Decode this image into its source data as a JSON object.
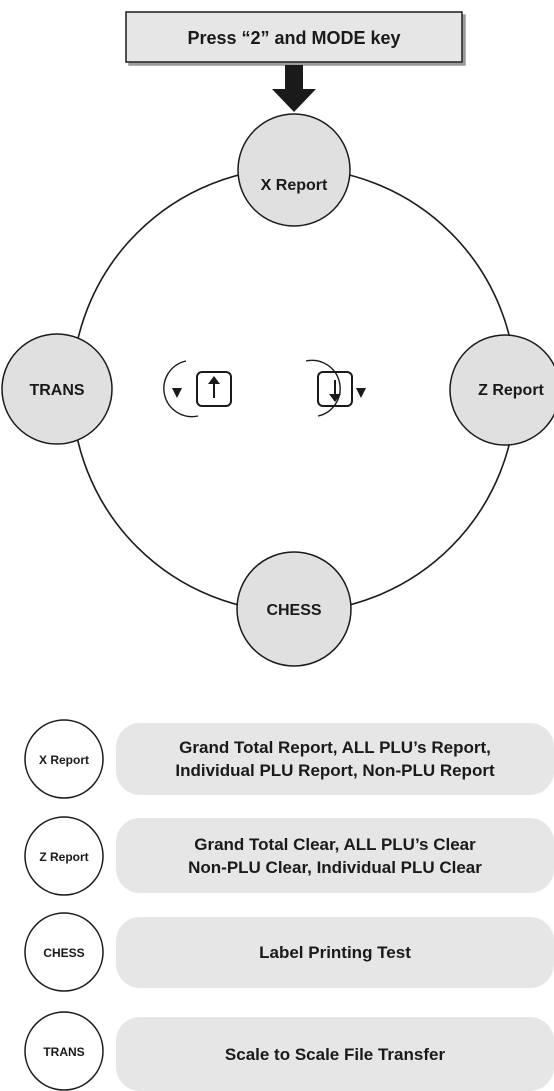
{
  "header": {
    "instruction": "Press “2” and MODE key"
  },
  "wheel": {
    "nodes": {
      "top": "X Report",
      "right": "Z Report",
      "bottom": "CHESS",
      "left": "TRANS"
    },
    "key_up_icon": "up-arrow-key-counterclockwise-icon",
    "key_down_icon": "down-arrow-key-clockwise-icon"
  },
  "legend": [
    {
      "node": "X Report",
      "lines": [
        "Grand Total Report, ALL PLU’s Report,",
        "Individual PLU Report, Non-PLU Report"
      ]
    },
    {
      "node": "Z Report",
      "lines": [
        "Grand Total Clear, ALL PLU’s Clear",
        "Non-PLU Clear, Individual PLU Clear"
      ]
    },
    {
      "node": "CHESS",
      "lines": [
        "Label Printing Test"
      ]
    },
    {
      "node": "TRANS",
      "lines": [
        "Scale to Scale File Transfer"
      ]
    }
  ],
  "colors": {
    "node_fill": "#e0e0e0",
    "box_fill": "#e6e6e6",
    "stroke": "#1a1a1a"
  }
}
